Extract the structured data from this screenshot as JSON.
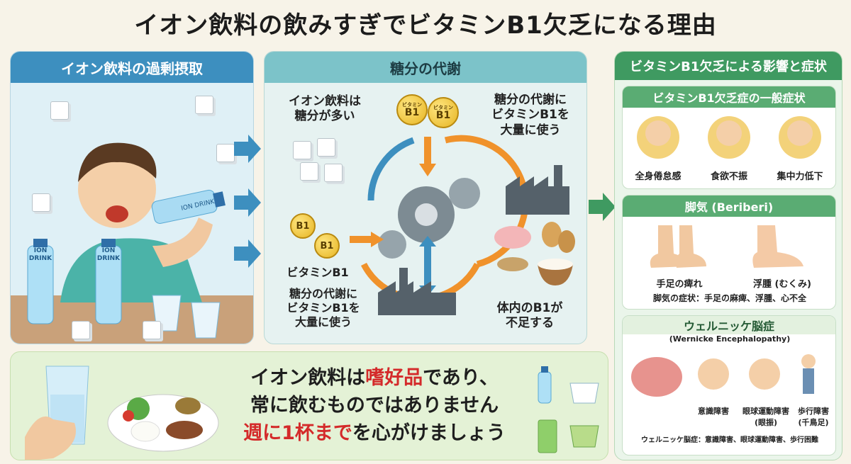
{
  "title": "イオン飲料の飲みすぎでビタミンB1欠乏になる理由",
  "panel_intake": {
    "heading": "イオン飲料の過剰摂取",
    "bottle_label_1": "ION",
    "bottle_label_2": "DRINK"
  },
  "panel_metabolism": {
    "heading": "糖分の代謝",
    "sugar_text": "イオン飲料は\n糖分が多い",
    "coin_label_top": "ビタミン",
    "coin_label": "B1",
    "uses_text_right": "糖分の代謝に\nビタミンB1を\n大量に使う",
    "vitamin_label": "ビタミンB1",
    "uses_text_left": "糖分の代謝に\nビタミンB1を\n大量に使う",
    "deficit_text": "体内のB1が\n不足する"
  },
  "panel_effects": {
    "heading": "ビタミンB1欠乏による影響と症状",
    "general": {
      "heading": "ビタミンB1欠乏症の一般症状",
      "symptoms": [
        "全身倦怠感",
        "食欲不振",
        "集中力低下"
      ]
    },
    "beriberi": {
      "heading": "脚気 (Beriberi)",
      "symptoms": [
        "手足の痺れ",
        "浮腫 (むくみ)"
      ],
      "summary": "脚気の症状：手足の麻痺、浮腫、心不全"
    },
    "wernicke": {
      "heading": "ウェルニッケ脳症",
      "subheading": "(Wernicke Encephalopathy)",
      "symptoms": [
        "意識障害",
        "眼球運動障害\n(眼振)",
        "歩行障害\n(千鳥足)"
      ],
      "summary": "ウェルニッケ脳症：意識障害、眼球運動障害、歩行困難"
    }
  },
  "message": {
    "line1_pre": "イオン飲料は",
    "line1_red": "嗜好品",
    "line1_post": "であり、",
    "line2": "常に飲むものではありません",
    "line3_red": "週に1杯まで",
    "line3_post": "を心がけましょう"
  },
  "colors": {
    "accent_blue": "#3d8fbf",
    "accent_teal": "#7cc3c9",
    "accent_green": "#3f9a61",
    "highlight_red": "#d42a2a"
  }
}
